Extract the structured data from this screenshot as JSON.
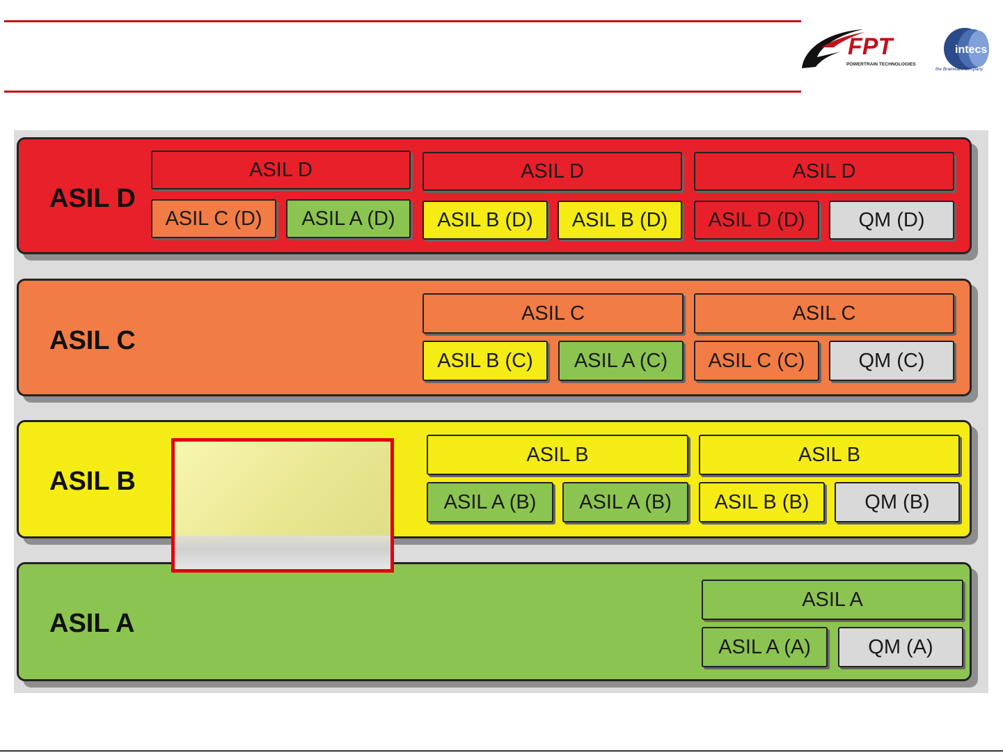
{
  "logo": {
    "brand": "FPT",
    "brand_subtitle": "POWERTRAIN TECHNOLOGIES",
    "partner": "intecs",
    "partner_tagline": "the Brainware company"
  },
  "layers": [
    {
      "label": "ASIL D",
      "groups": [
        {
          "parent": "ASIL D",
          "children": [
            "ASIL C (D)",
            "ASIL A (D)"
          ]
        },
        {
          "parent": "ASIL D",
          "children": [
            "ASIL B (D)",
            "ASIL B (D)"
          ]
        },
        {
          "parent": "ASIL D",
          "children": [
            "ASIL D (D)",
            "QM (D)"
          ]
        }
      ]
    },
    {
      "label": "ASIL C",
      "groups": [
        {
          "parent": "ASIL C",
          "children": [
            "ASIL B (C)",
            "ASIL A (C)"
          ]
        },
        {
          "parent": "ASIL C",
          "children": [
            "ASIL C (C)",
            "QM (C)"
          ]
        }
      ]
    },
    {
      "label": "ASIL B",
      "groups": [
        {
          "parent": "ASIL B",
          "children": [
            "ASIL A (B)",
            "ASIL A (B)"
          ]
        },
        {
          "parent": "ASIL B",
          "children": [
            "ASIL B (B)",
            "QM (B)"
          ]
        }
      ]
    },
    {
      "label": "ASIL A",
      "groups": [
        {
          "parent": "ASIL A",
          "children": [
            "ASIL A (A)",
            "QM (A)"
          ]
        }
      ]
    }
  ],
  "colors": {
    "asil_d": "#e8202a",
    "asil_c": "#f27c45",
    "asil_b": "#f4ec14",
    "asil_a": "#8cc451",
    "qm": "#d9d9d9",
    "header_line": "#c0121c",
    "highlight_border": "#e2000f"
  }
}
